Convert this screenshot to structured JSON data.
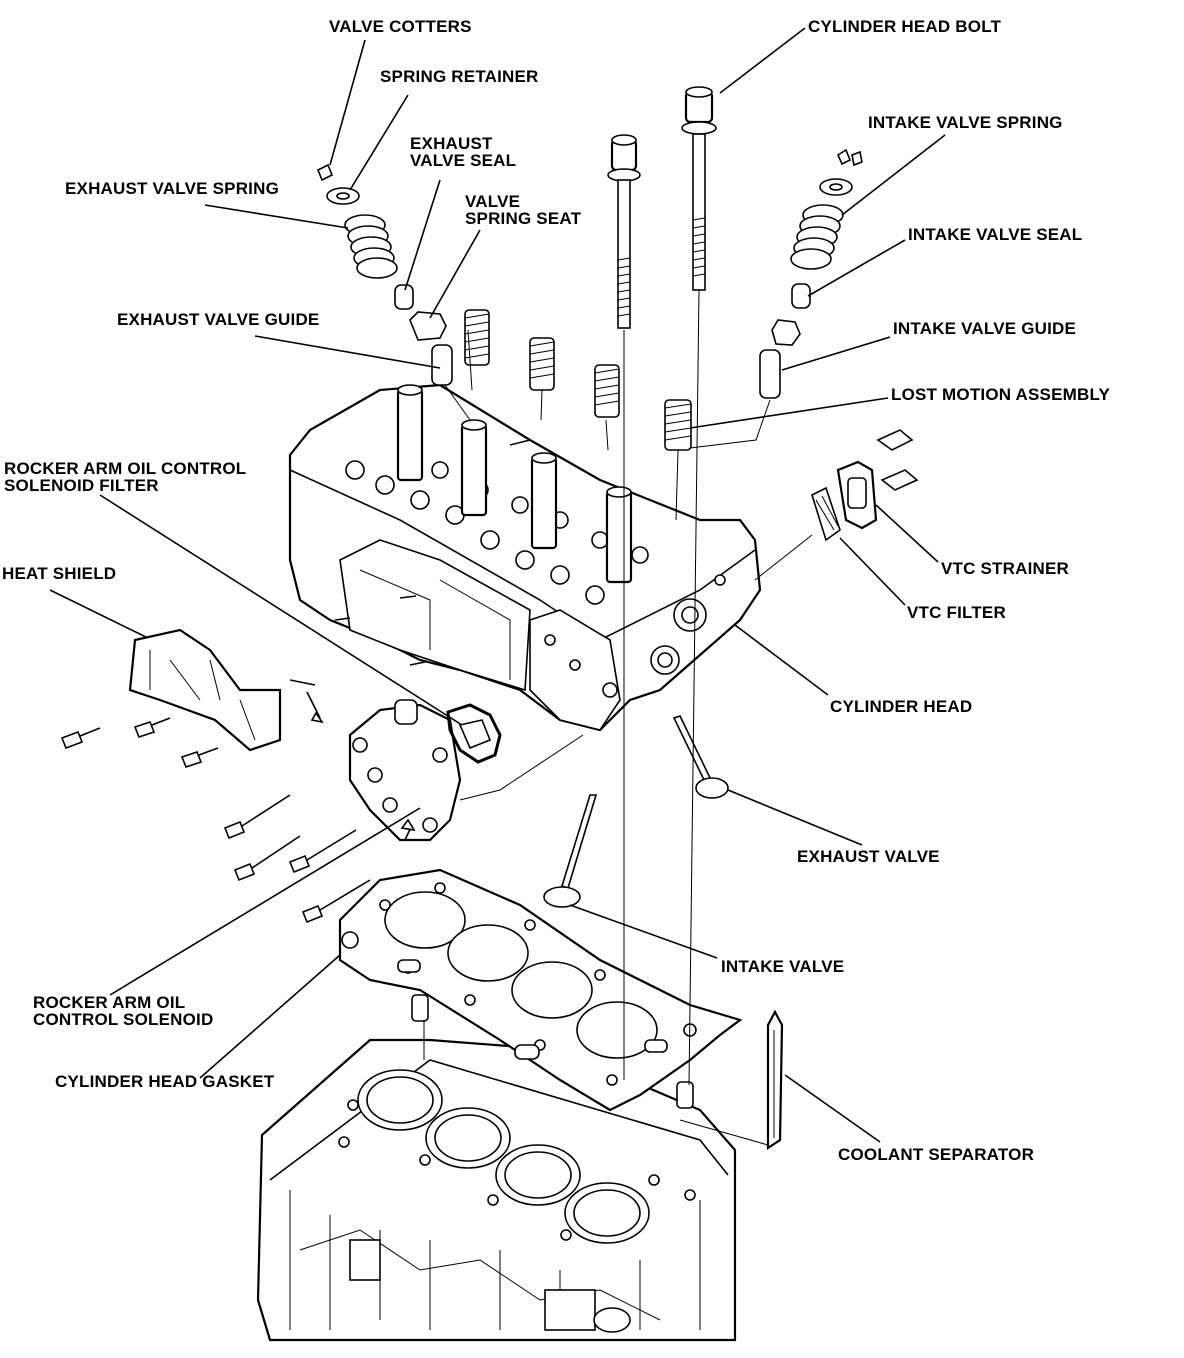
{
  "labels": {
    "valve_cotters": "VALVE COTTERS",
    "spring_retainer": "SPRING RETAINER",
    "exhaust_valve_seal": [
      "EXHAUST",
      "VALVE SEAL"
    ],
    "valve_spring_seat": [
      "VALVE",
      "SPRING SEAT"
    ],
    "exhaust_valve_spring": "EXHAUST VALVE SPRING",
    "exhaust_valve_guide": "EXHAUST VALVE GUIDE",
    "cylinder_head_bolt": "CYLINDER HEAD BOLT",
    "intake_valve_spring": "INTAKE VALVE SPRING",
    "intake_valve_seal": "INTAKE VALVE SEAL",
    "intake_valve_guide": "INTAKE VALVE GUIDE",
    "lost_motion_assembly": "LOST MOTION ASSEMBLY",
    "rocker_arm_oil_control_solenoid_filter": [
      "ROCKER ARM OIL CONTROL",
      "SOLENOID FILTER"
    ],
    "heat_shield": "HEAT SHIELD",
    "vtc_strainer": "VTC STRAINER",
    "vtc_filter": "VTC FILTER",
    "cylinder_head": "CYLINDER HEAD",
    "exhaust_valve": "EXHAUST VALVE",
    "intake_valve": "INTAKE VALVE",
    "rocker_arm_oil_control_solenoid": [
      "ROCKER ARM OIL",
      "CONTROL SOLENOID"
    ],
    "cylinder_head_gasket": "CYLINDER HEAD GASKET",
    "coolant_separator": "COOLANT SEPARATOR"
  }
}
